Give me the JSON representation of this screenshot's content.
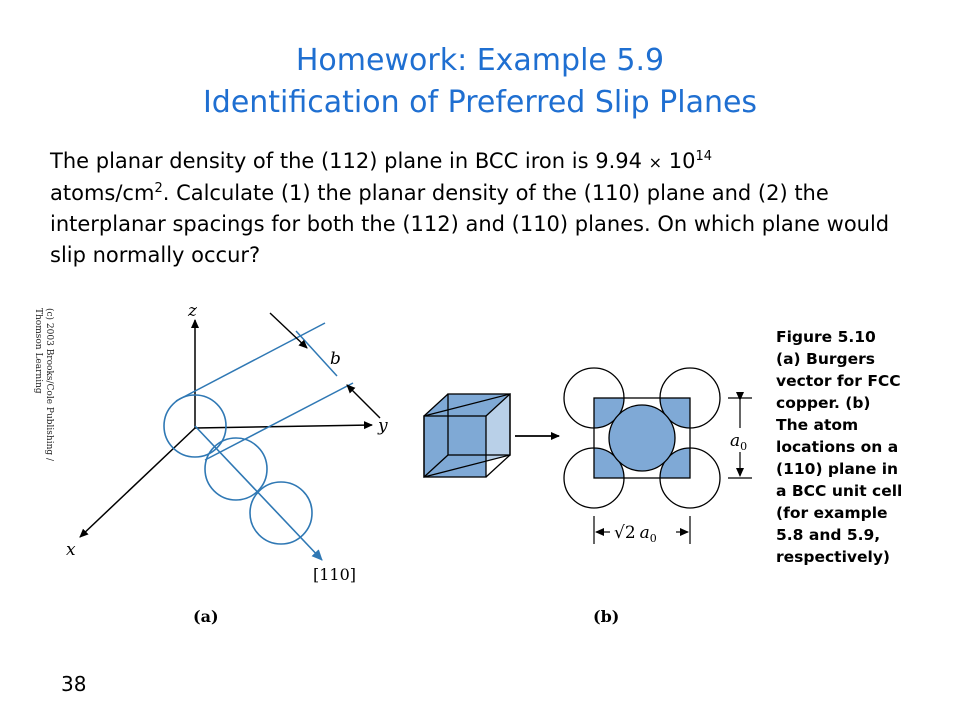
{
  "title": {
    "line1": "Homework: Example 5.9",
    "line2": "Identification of Preferred Slip Planes"
  },
  "problem": {
    "part1": "The planar density of the (112) plane in BCC iron is 9.94 ",
    "times": "×",
    "base": " 10",
    "exponent": "14",
    "part2": "atoms/cm",
    "exponent2": "2",
    "part3": ". Calculate (1) the planar density of the (110) plane and (2) the interplanar spacings for both the (112) and (110) planes. On which plane would slip normally occur?"
  },
  "credit": "(c) 2003 Brooks/Cole Publishing / Thomson Learning",
  "figure": {
    "a": {
      "axis_z": "z",
      "axis_y": "y",
      "axis_x": "x",
      "burgers_label": "b",
      "direction_label": "[110]",
      "panel_label": "(a)"
    },
    "b": {
      "a0_label": "a",
      "a0_sub": "0",
      "width_label_prefix": "√2",
      "width_label_a": "a",
      "width_label_sub": "0",
      "panel_label": "(b)"
    },
    "colors": {
      "atom_stroke": "#2f78b4",
      "plane_fill": "#7fa9d6",
      "title_blue": "#1f6fd1"
    }
  },
  "caption": {
    "lines": [
      "Figure 5.10",
      "(a)  Burgers",
      "vector for FCC",
      "copper. (b)",
      "The atom",
      "locations on a",
      "(110) plane in",
      "a BCC unit cell",
      "(for example",
      "5.8 and 5.9,",
      "respectively)"
    ]
  },
  "page_number": "38"
}
